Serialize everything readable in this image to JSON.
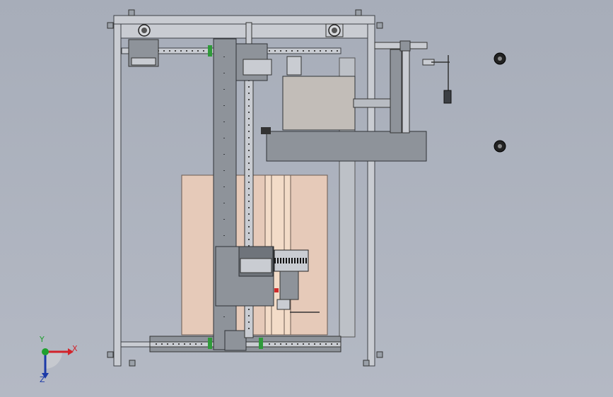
{
  "viewport": {
    "background_color": "#aeb3be"
  },
  "model": {
    "frame_color": "#c9ccd2",
    "steel_color": "#8e939a",
    "dark_steel_color": "#6f747b",
    "wood_color": "#e6cab9",
    "rail_accent_color": "#2f9a3a",
    "motor_block_color": "#c2bdb8",
    "red_accent_color": "#d12a2a"
  },
  "triad": {
    "x_label": "X",
    "y_label": "Y",
    "z_label": "Z",
    "x_color": "#d2232a",
    "y_color": "#1fa02e",
    "z_color": "#1c3aa8"
  }
}
